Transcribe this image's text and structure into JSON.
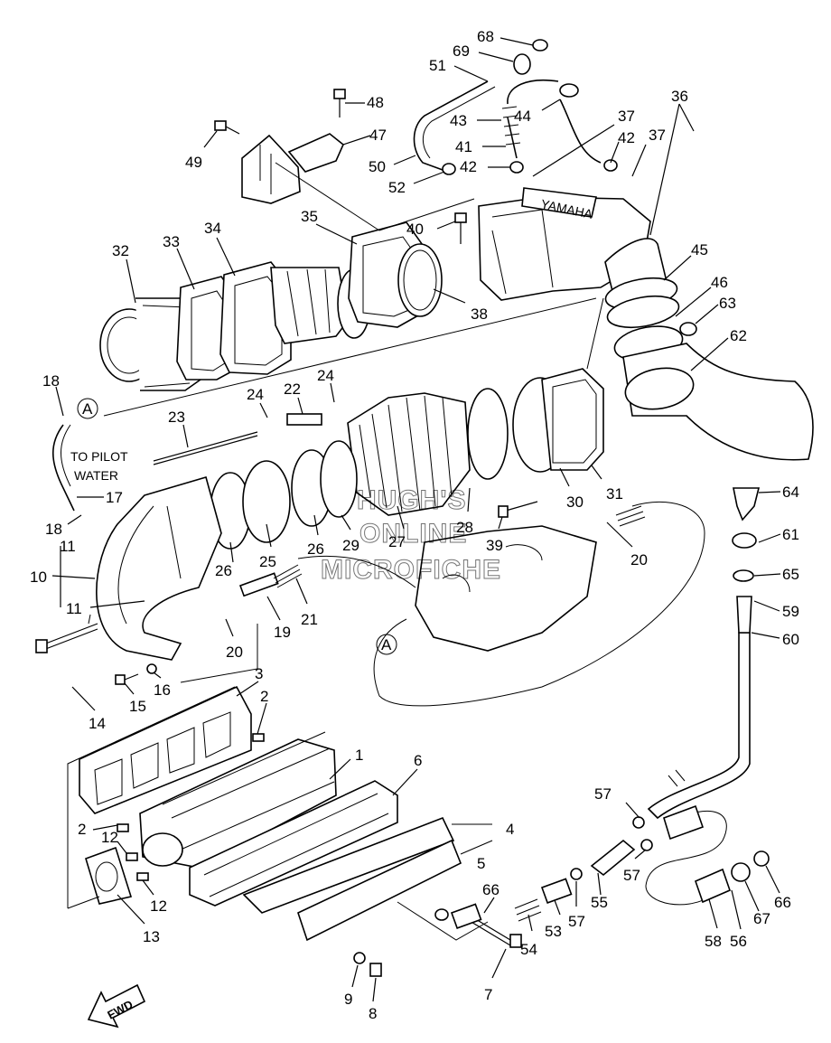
{
  "diagram": {
    "callouts": [
      {
        "id": "c1",
        "text": "1"
      },
      {
        "id": "c2a",
        "text": "2"
      },
      {
        "id": "c2b",
        "text": "2"
      },
      {
        "id": "c3",
        "text": "3"
      },
      {
        "id": "c4",
        "text": "4"
      },
      {
        "id": "c5",
        "text": "5"
      },
      {
        "id": "c6",
        "text": "6"
      },
      {
        "id": "c7",
        "text": "7"
      },
      {
        "id": "c8",
        "text": "8"
      },
      {
        "id": "c9",
        "text": "9"
      },
      {
        "id": "c10",
        "text": "10"
      },
      {
        "id": "c11a",
        "text": "11"
      },
      {
        "id": "c11b",
        "text": "11"
      },
      {
        "id": "c12a",
        "text": "12"
      },
      {
        "id": "c12b",
        "text": "12"
      },
      {
        "id": "c13",
        "text": "13"
      },
      {
        "id": "c14",
        "text": "14"
      },
      {
        "id": "c15",
        "text": "15"
      },
      {
        "id": "c16",
        "text": "16"
      },
      {
        "id": "c17",
        "text": "17"
      },
      {
        "id": "c18a",
        "text": "18"
      },
      {
        "id": "c18b",
        "text": "18"
      },
      {
        "id": "c19",
        "text": "19"
      },
      {
        "id": "c20a",
        "text": "20"
      },
      {
        "id": "c20b",
        "text": "20"
      },
      {
        "id": "c21",
        "text": "21"
      },
      {
        "id": "c22",
        "text": "22"
      },
      {
        "id": "c23",
        "text": "23"
      },
      {
        "id": "c24a",
        "text": "24"
      },
      {
        "id": "c24b",
        "text": "24"
      },
      {
        "id": "c25",
        "text": "25"
      },
      {
        "id": "c26a",
        "text": "26"
      },
      {
        "id": "c26b",
        "text": "26"
      },
      {
        "id": "c27",
        "text": "27"
      },
      {
        "id": "c28",
        "text": "28"
      },
      {
        "id": "c29",
        "text": "29"
      },
      {
        "id": "c30",
        "text": "30"
      },
      {
        "id": "c31",
        "text": "31"
      },
      {
        "id": "c32",
        "text": "32"
      },
      {
        "id": "c33",
        "text": "33"
      },
      {
        "id": "c34",
        "text": "34"
      },
      {
        "id": "c35",
        "text": "35"
      },
      {
        "id": "c36",
        "text": "36"
      },
      {
        "id": "c37a",
        "text": "37"
      },
      {
        "id": "c37b",
        "text": "37"
      },
      {
        "id": "c38",
        "text": "38"
      },
      {
        "id": "c39",
        "text": "39"
      },
      {
        "id": "c40",
        "text": "40"
      },
      {
        "id": "c41",
        "text": "41"
      },
      {
        "id": "c42a",
        "text": "42"
      },
      {
        "id": "c42b",
        "text": "42"
      },
      {
        "id": "c43",
        "text": "43"
      },
      {
        "id": "c44",
        "text": "44"
      },
      {
        "id": "c45",
        "text": "45"
      },
      {
        "id": "c46",
        "text": "46"
      },
      {
        "id": "c47",
        "text": "47"
      },
      {
        "id": "c48",
        "text": "48"
      },
      {
        "id": "c49",
        "text": "49"
      },
      {
        "id": "c50",
        "text": "50"
      },
      {
        "id": "c51",
        "text": "51"
      },
      {
        "id": "c52",
        "text": "52"
      },
      {
        "id": "c53",
        "text": "53"
      },
      {
        "id": "c54",
        "text": "54"
      },
      {
        "id": "c55",
        "text": "55"
      },
      {
        "id": "c56",
        "text": "56"
      },
      {
        "id": "c57a",
        "text": "57"
      },
      {
        "id": "c57b",
        "text": "57"
      },
      {
        "id": "c57c",
        "text": "57"
      },
      {
        "id": "c58",
        "text": "58"
      },
      {
        "id": "c59",
        "text": "59"
      },
      {
        "id": "c60",
        "text": "60"
      },
      {
        "id": "c61",
        "text": "61"
      },
      {
        "id": "c62",
        "text": "62"
      },
      {
        "id": "c63",
        "text": "63"
      },
      {
        "id": "c64",
        "text": "64"
      },
      {
        "id": "c65",
        "text": "65"
      },
      {
        "id": "c66a",
        "text": "66"
      },
      {
        "id": "c66b",
        "text": "66"
      },
      {
        "id": "c67",
        "text": "67"
      },
      {
        "id": "c68",
        "text": "68"
      },
      {
        "id": "c69",
        "text": "69"
      }
    ],
    "reference_marks": [
      {
        "id": "refA1",
        "text": "A"
      },
      {
        "id": "refA2",
        "text": "A"
      }
    ],
    "note_line1": "TO PILOT",
    "note_line2": "WATER",
    "watermark_line1": "HUGH'S",
    "watermark_line2": "ONLINE",
    "watermark_line3": "MICROFICHE",
    "brand_label": "YAMAHA",
    "direction_label": "FWD"
  }
}
